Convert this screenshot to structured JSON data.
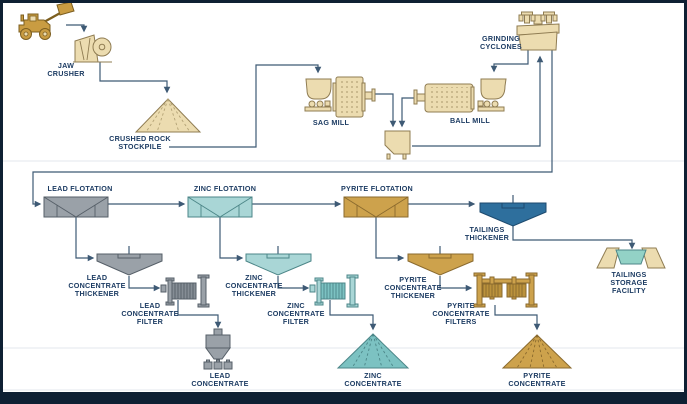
{
  "diagram": {
    "type": "process-flowsheet",
    "subject": "mineral-processing-plant",
    "nodes": {
      "jaw_crusher": {
        "label": "JAW\nCRUSHER"
      },
      "crushed_rock_stockpile": {
        "label": "CRUSHED ROCK\nSTOCKPILE"
      },
      "sag_mill": {
        "label": "SAG MILL"
      },
      "ball_mill": {
        "label": "BALL MILL"
      },
      "grinding_cyclones": {
        "label": "GRINDING\nCYCLONES"
      },
      "lead_flotation": {
        "label": "LEAD FLOTATION"
      },
      "zinc_flotation": {
        "label": "ZINC FLOTATION"
      },
      "pyrite_flotation": {
        "label": "PYRITE FLOTATION"
      },
      "tailings_thickener": {
        "label": "TAILINGS\nTHICKENER"
      },
      "tailings_storage_facility": {
        "label": "TAILINGS STORAGE\nFACILITY"
      },
      "lead_concentrate_thickener": {
        "label": "LEAD\nCONCENTRATE\nTHICKENER"
      },
      "zinc_concentrate_thickener": {
        "label": "ZINC\nCONCENTRATE\nTHICKENER"
      },
      "pyrite_concentrate_thickener": {
        "label": "PYRITE\nCONCENTRATE\nTHICKENER"
      },
      "lead_concentrate_filter": {
        "label": "LEAD\nCONCENTRATE\nFILTER"
      },
      "zinc_concentrate_filter": {
        "label": "ZINC\nCONCENTRATE\nFILTER"
      },
      "pyrite_concentrate_filters": {
        "label": "PYRITE\nCONCENTRATE\nFILTERS"
      },
      "lead_concentrate": {
        "label": "LEAD\nCONCENTRATE"
      },
      "zinc_concentrate": {
        "label": "ZINC\nCONCENTRATE"
      },
      "pyrite_concentrate": {
        "label": "PYRITE\nCONCENTRATE"
      }
    },
    "colors": {
      "frame": "#0e2033",
      "line": "#3e5a75",
      "label": "#1d3c63",
      "divider": "#e3e7ec",
      "tan_fill": "#ecdcb0",
      "tan_stroke": "#8f7c52",
      "tan_dot": "#b3a275",
      "gold_fill": "#cda24c",
      "gold_stroke": "#8a6a2e",
      "gold_dark": "#bb923c",
      "gray_fill": "#9aa1a8",
      "gray_stroke": "#565f68",
      "gray_dark": "#858d95",
      "teal_fill": "#a9d6d6",
      "teal_stroke": "#4c8688",
      "teal_dark": "#7cc2c2",
      "blue_fill": "#2e6f9d",
      "blue_stroke": "#1d4a6e",
      "water_fill": "#93d2c6",
      "loader_fill": "#c99c42",
      "loader_stroke": "#7d5f20"
    }
  }
}
